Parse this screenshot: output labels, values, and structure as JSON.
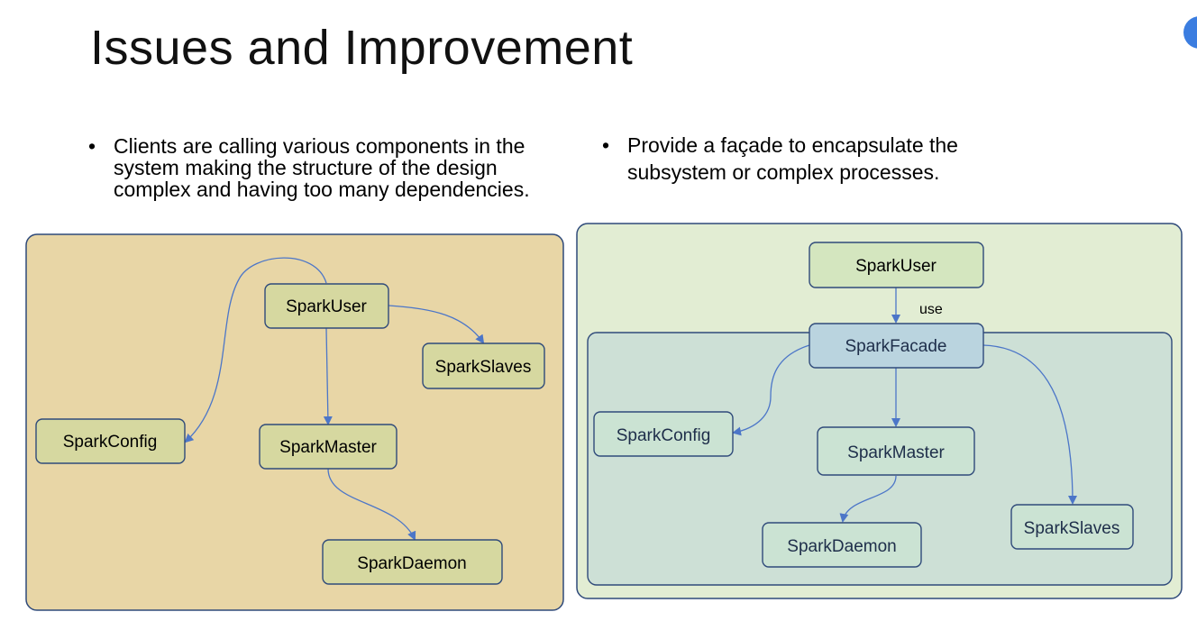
{
  "title": "Issues and Improvement",
  "left": {
    "bullet": "Clients are calling various components in the system making the structure of the design complex and having too many dependencies.",
    "nodes": {
      "spark_user": "SparkUser",
      "spark_slaves": "SparkSlaves",
      "spark_config": "SparkConfig",
      "spark_master": "SparkMaster",
      "spark_daemon": "SparkDaemon"
    }
  },
  "right": {
    "bullet": "Provide a façade to encapsulate the subsystem or complex processes.",
    "nodes": {
      "spark_user": "SparkUser",
      "spark_facade": "SparkFacade",
      "spark_config": "SparkConfig",
      "spark_master": "SparkMaster",
      "spark_daemon": "SparkDaemon",
      "spark_slaves": "SparkSlaves"
    },
    "edge_use_label": "use"
  },
  "colors": {
    "left_panel_fill": "#e8d6a6",
    "left_node_fill": "#d6d8a0",
    "right_panel_fill": "#e2edd3",
    "inner_panel_fill": "#cde0d6",
    "right_node_fill": "#d4e6bf",
    "inner_node_fill": "#cbe3d3",
    "facade_fill": "#bad4df",
    "border": "#2f4a7a",
    "arrow": "#4c76c8"
  }
}
